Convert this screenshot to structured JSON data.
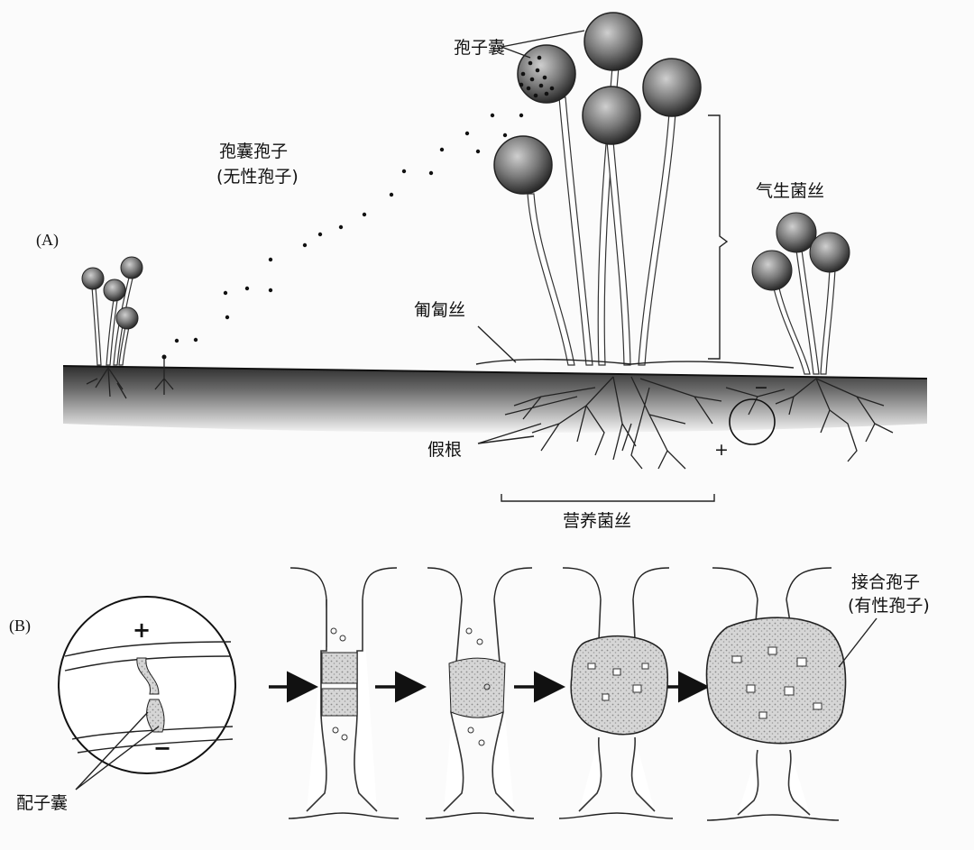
{
  "panel_a": {
    "label": "(A)",
    "sporangium": "孢子囊",
    "sporangiospore": "孢囊孢子",
    "sporangiospore_note": "(无性孢子)",
    "aerial_hyphae": "气生菌丝",
    "stolon": "匍匐丝",
    "rhizoid": "假根",
    "vegetative_hyphae": "营养菌丝",
    "plus_sign": "+",
    "minus_sign": "−"
  },
  "panel_b": {
    "label": "(B)",
    "gametangium": "配子囊",
    "zygospore": "接合孢子",
    "zygospore_note": "(有性孢子)",
    "plus_sign": "+",
    "minus_sign": "−"
  },
  "colors": {
    "ink": "#111111",
    "soil_dark": "#3a3a3a",
    "soil_light": "#f2f2f2",
    "background": "#fbfbfb"
  }
}
